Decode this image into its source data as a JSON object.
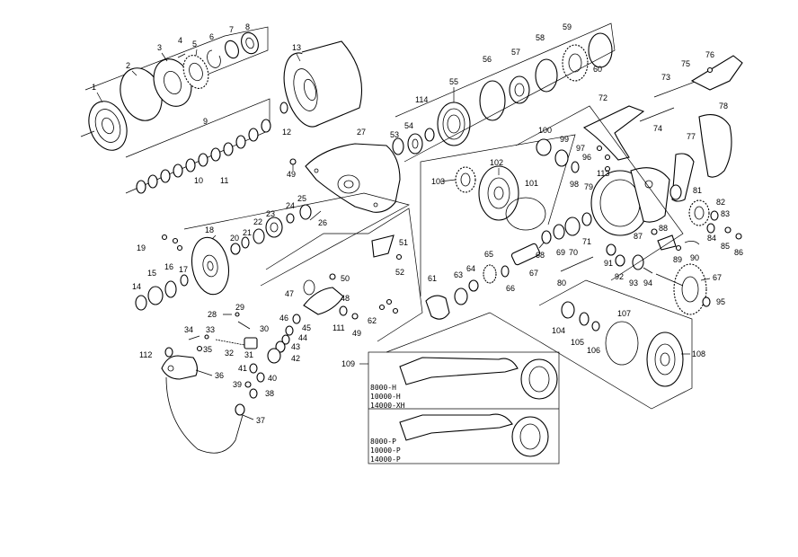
{
  "labels": {
    "p1": "1",
    "p2": "2",
    "p3": "3",
    "p4": "4",
    "p5": "5",
    "p6": "6",
    "p7": "7",
    "p8": "8",
    "p9": "9",
    "p10": "10",
    "p11": "11",
    "p12": "12",
    "p13": "13",
    "p14": "14",
    "p15": "15",
    "p16": "16",
    "p17": "17",
    "p18": "18",
    "p19": "19",
    "p20": "20",
    "p21": "21",
    "p22": "22",
    "p23": "23",
    "p24": "24",
    "p25": "25",
    "p26": "26",
    "p27": "27",
    "p28": "28",
    "p29": "29",
    "p30": "30",
    "p31": "31",
    "p32": "32",
    "p33": "33",
    "p34": "34",
    "p35": "35",
    "p36": "36",
    "p37": "37",
    "p38": "38",
    "p39": "39",
    "p40": "40",
    "p41": "41",
    "p42": "42",
    "p43": "43",
    "p44": "44",
    "p45": "45",
    "p46": "46",
    "p47": "47",
    "p48": "48",
    "p49a": "49",
    "p49b": "49",
    "p50": "50",
    "p51": "51",
    "p52": "52",
    "p53": "53",
    "p54": "54",
    "p55": "55",
    "p56": "56",
    "p57": "57",
    "p58": "58",
    "p59": "59",
    "p60": "60",
    "p61": "61",
    "p62": "62",
    "p63": "63",
    "p64": "64",
    "p65": "65",
    "p66": "66",
    "p67a": "67",
    "p67b": "67",
    "p68": "68",
    "p69": "69",
    "p70": "70",
    "p71": "71",
    "p72": "72",
    "p73": "73",
    "p74": "74",
    "p75": "75",
    "p76": "76",
    "p77": "77",
    "p78": "78",
    "p79": "79",
    "p80": "80",
    "p81": "81",
    "p82": "82",
    "p83": "83",
    "p84": "84",
    "p85": "85",
    "p86": "86",
    "p87": "87",
    "p88": "88",
    "p89": "89",
    "p90": "90",
    "p91": "91",
    "p92": "92",
    "p93": "93",
    "p94": "94",
    "p95": "95",
    "p96": "96",
    "p97": "97",
    "p98": "98",
    "p99": "99",
    "p100": "100",
    "p101": "101",
    "p102": "102",
    "p103": "103",
    "p104": "104",
    "p105": "105",
    "p106": "106",
    "p107": "107",
    "p108": "108",
    "p109": "109",
    "p111": "111",
    "p112": "112",
    "p113": "113",
    "p114": "114"
  },
  "handle_box": {
    "variant_h": [
      "8000-H",
      "10000-H",
      "14000-XH"
    ],
    "variant_p": [
      "8000-P",
      "10000-P",
      "14000-P"
    ]
  }
}
